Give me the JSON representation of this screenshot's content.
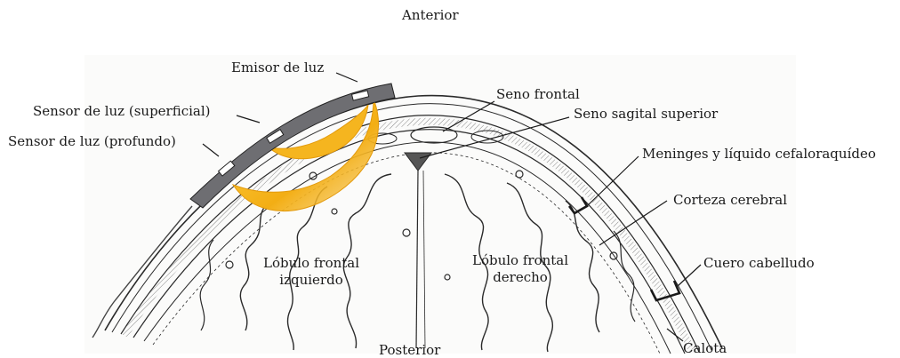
{
  "labels": {
    "anterior": "Anterior",
    "posterior": "Posterior",
    "emitter": "Emisor de luz",
    "sensor_superficial": "Sensor de luz (superficial)",
    "sensor_deep": "Sensor de luz (profundo)",
    "frontal_sinus": "Seno frontal",
    "superior_sagittal_sinus": "Seno sagital superior",
    "meninges_csf": "Meninges y líquido cefaloraquídeo",
    "cerebral_cortex": "Corteza cerebral",
    "scalp": "Cuero cabelludo",
    "skull": "Calota",
    "left_frontal_lobe_line1": "Lóbulo frontal",
    "left_frontal_lobe_line2": "izquierdo",
    "right_frontal_lobe_line1": "Lóbulo frontal",
    "right_frontal_lobe_line2": "derecho"
  },
  "colors": {
    "light_path": "#f2b01e",
    "light_path_edge": "#e39a0c",
    "probe": "#6e6e72",
    "ink": "#1a1a1a"
  }
}
